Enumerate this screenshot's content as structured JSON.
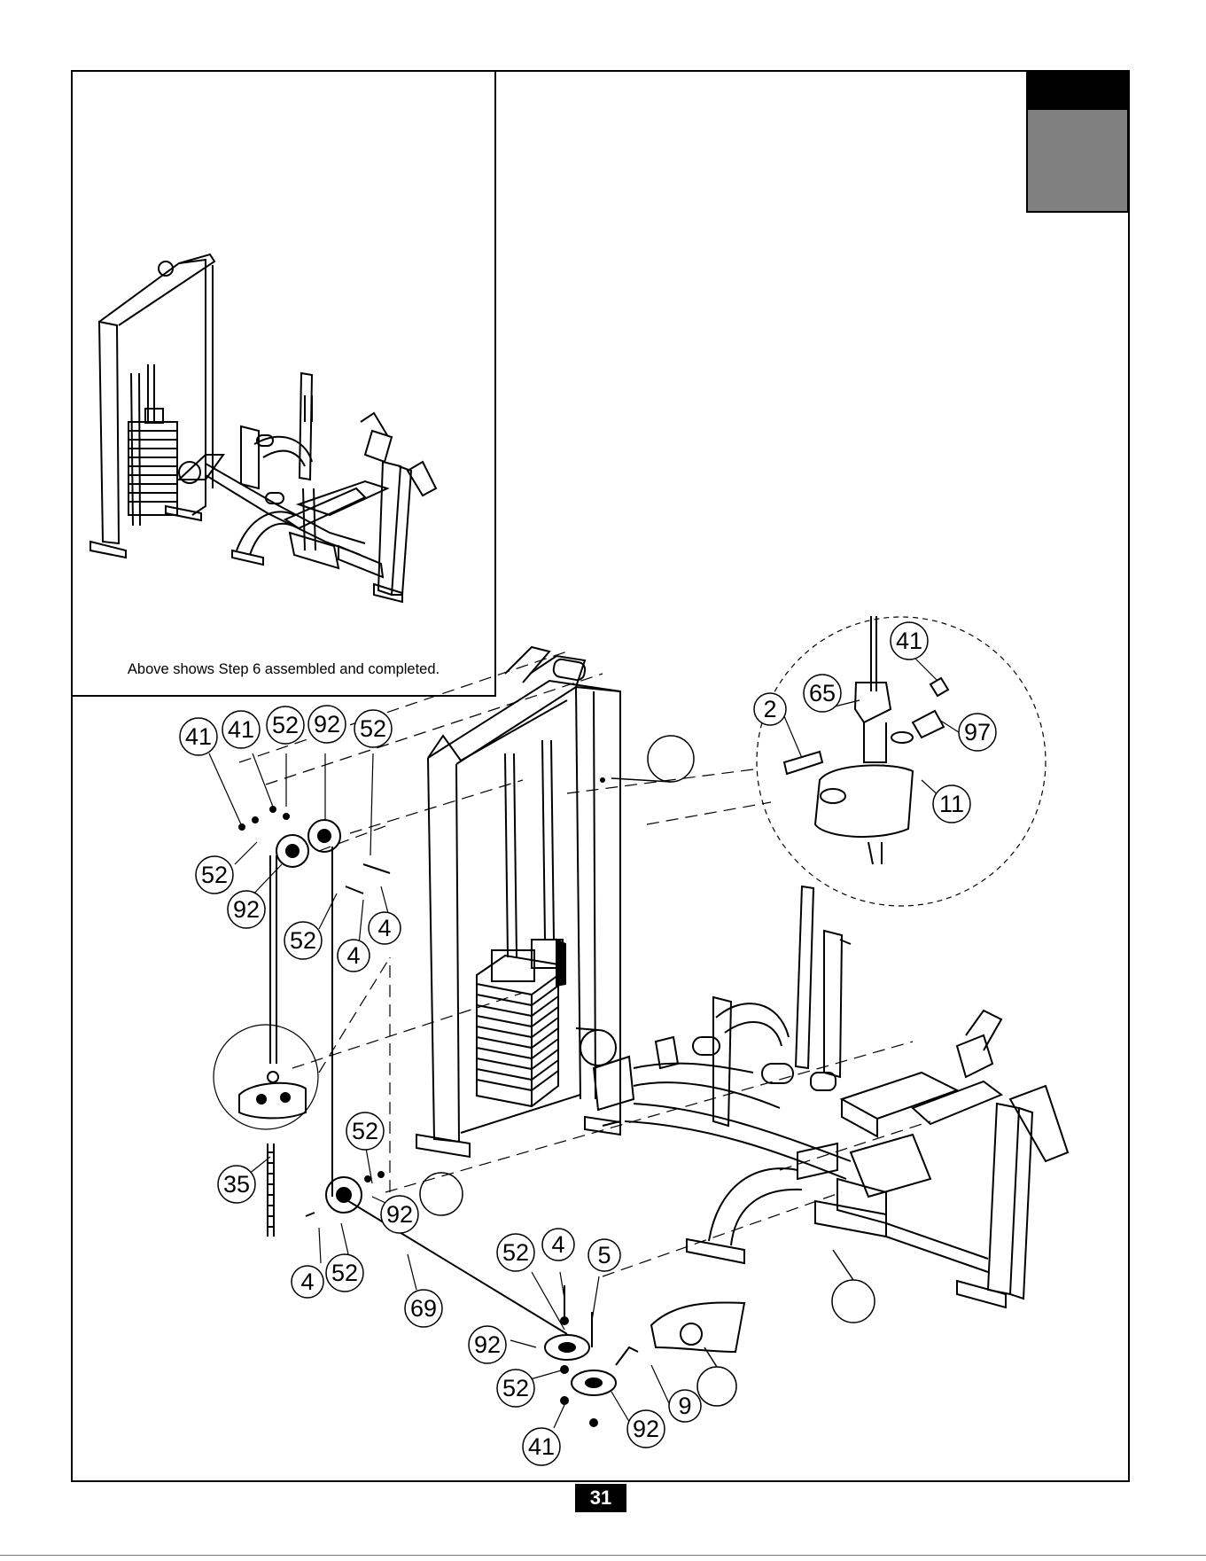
{
  "inset": {
    "caption": "Above shows Step 6 assembled and completed."
  },
  "page_number": "31",
  "callouts": [
    {
      "id": "c-41-a",
      "label": "41"
    },
    {
      "id": "c-41-b",
      "label": "41"
    },
    {
      "id": "c-52-a",
      "label": "52"
    },
    {
      "id": "c-92-a",
      "label": "92"
    },
    {
      "id": "c-52-b",
      "label": "52"
    },
    {
      "id": "c-52-c",
      "label": "52"
    },
    {
      "id": "c-92-b",
      "label": "92"
    },
    {
      "id": "c-52-d",
      "label": "52"
    },
    {
      "id": "c-4-a",
      "label": "4"
    },
    {
      "id": "c-4-b",
      "label": "4"
    },
    {
      "id": "c-52-e",
      "label": "52"
    },
    {
      "id": "c-35",
      "label": "35"
    },
    {
      "id": "c-92-c",
      "label": "92"
    },
    {
      "id": "c-4-c",
      "label": "4"
    },
    {
      "id": "c-52-f",
      "label": "52"
    },
    {
      "id": "c-69",
      "label": "69"
    },
    {
      "id": "c-52-g",
      "label": "52"
    },
    {
      "id": "c-4-d",
      "label": "4"
    },
    {
      "id": "c-5",
      "label": "5"
    },
    {
      "id": "c-92-d",
      "label": "92"
    },
    {
      "id": "c-52-h",
      "label": "52"
    },
    {
      "id": "c-41-c",
      "label": "41"
    },
    {
      "id": "c-9",
      "label": "9"
    },
    {
      "id": "c-92-e",
      "label": "92"
    },
    {
      "id": "c-41-d",
      "label": "41"
    },
    {
      "id": "c-65",
      "label": "65"
    },
    {
      "id": "c-2",
      "label": "2"
    },
    {
      "id": "c-97",
      "label": "97"
    },
    {
      "id": "c-11",
      "label": "11"
    }
  ]
}
